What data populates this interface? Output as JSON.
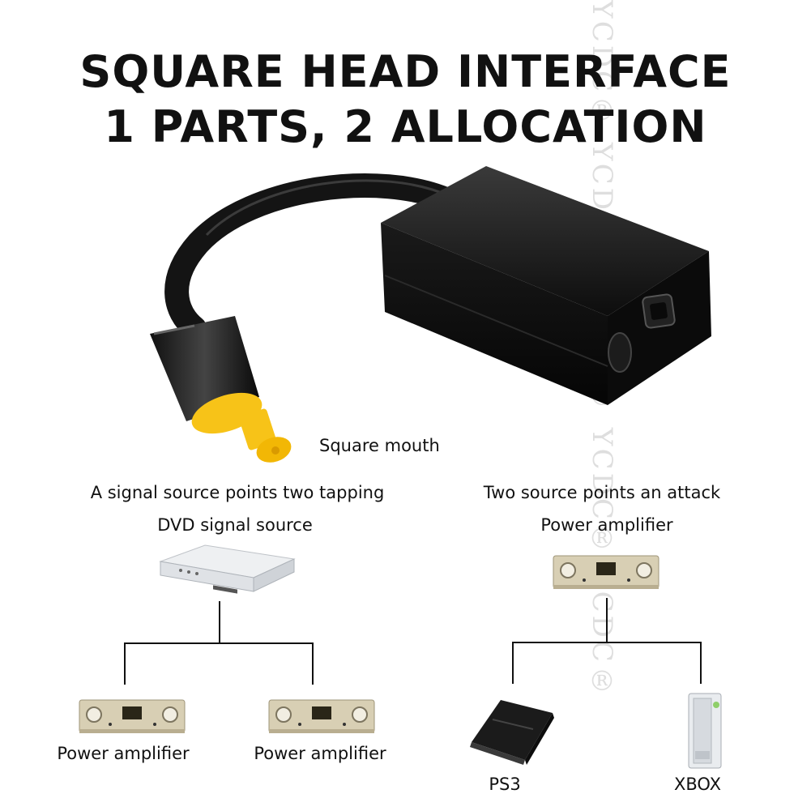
{
  "title": {
    "line1": "SQUARE HEAD INTERFACE",
    "line2": "1 PARTS, 2 ALLOCATION"
  },
  "product": {
    "connector_label": "Square mouth"
  },
  "left_diagram": {
    "heading": "A signal source points two tapping",
    "source_label": "DVD signal source",
    "outputs": [
      "Power amplifier",
      "Power amplifier"
    ]
  },
  "right_diagram": {
    "heading": "Two source points an attack",
    "target_label": "Power amplifier",
    "inputs": [
      "PS3",
      "XBOX"
    ]
  },
  "watermark": {
    "text": "YCDC® YCDC® YCDC® YCDC® YCDC®"
  },
  "colors": {
    "plug_tip": "#f7c318",
    "cable": "#141414",
    "amplifier_face": "#d8cfb4",
    "dvd_body": "#e4e6e8"
  }
}
